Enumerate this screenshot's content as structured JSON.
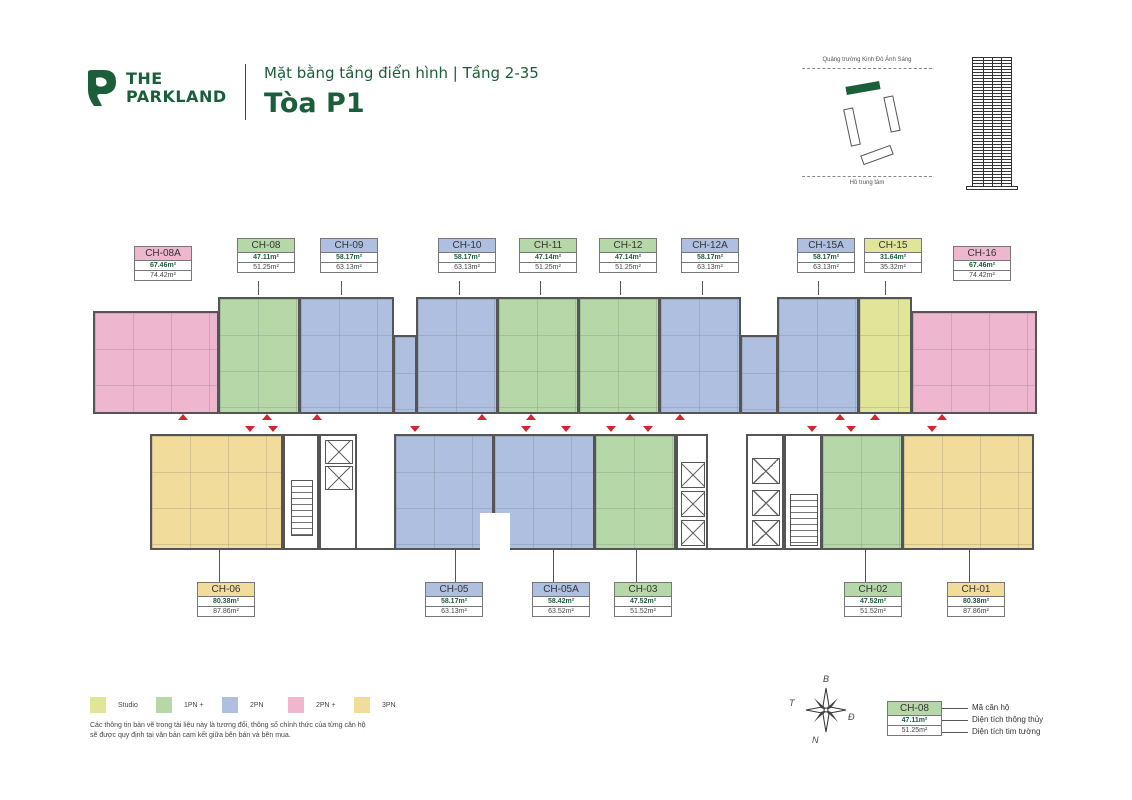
{
  "header": {
    "brand_line1": "THE",
    "brand_line2": "PARKLAND",
    "subtitle": "Mặt bằng tầng điển hình | Tầng 2-35",
    "title": "Tòa P1",
    "brand_color": "#1b5e3a"
  },
  "site_plan": {
    "top_label": "Quảng trường Kinh Đô Ánh Sáng",
    "bottom_label": "Hồ trung tâm"
  },
  "units_top": [
    {
      "code": "CH-08A",
      "net": "67.46m²",
      "gross": "74.42m²",
      "type": "2PN+"
    },
    {
      "code": "CH-08",
      "net": "47.11m²",
      "gross": "51.25m²",
      "type": "1PN+"
    },
    {
      "code": "CH-09",
      "net": "58.17m²",
      "gross": "63.13m²",
      "type": "2PN"
    },
    {
      "code": "CH-10",
      "net": "58.17m²",
      "gross": "63.13m²",
      "type": "2PN"
    },
    {
      "code": "CH-11",
      "net": "47.14m²",
      "gross": "51.25m²",
      "type": "1PN+"
    },
    {
      "code": "CH-12",
      "net": "47.14m²",
      "gross": "51.25m²",
      "type": "1PN+"
    },
    {
      "code": "CH-12A",
      "net": "58.17m²",
      "gross": "63.13m²",
      "type": "2PN"
    },
    {
      "code": "CH-15A",
      "net": "58.17m²",
      "gross": "63.13m²",
      "type": "2PN"
    },
    {
      "code": "CH-15",
      "net": "31.64m²",
      "gross": "35.32m²",
      "type": "Studio"
    },
    {
      "code": "CH-16",
      "net": "67.46m²",
      "gross": "74.42m²",
      "type": "2PN+"
    }
  ],
  "units_bottom": [
    {
      "code": "CH-06",
      "net": "80.38m²",
      "gross": "87.86m²",
      "type": "3PN"
    },
    {
      "code": "CH-05",
      "net": "58.17m²",
      "gross": "63.13m²",
      "type": "2PN"
    },
    {
      "code": "CH-05A",
      "net": "58.42m²",
      "gross": "63.52m²",
      "type": "2PN"
    },
    {
      "code": "CH-03",
      "net": "47.52m²",
      "gross": "51.52m²",
      "type": "1PN+"
    },
    {
      "code": "CH-02",
      "net": "47.52m²",
      "gross": "51.52m²",
      "type": "1PN+"
    },
    {
      "code": "CH-01",
      "net": "80.38m²",
      "gross": "87.86m²",
      "type": "3PN"
    }
  ],
  "legend": {
    "items": [
      {
        "label": "Studio",
        "color": "#e0e59a"
      },
      {
        "label": "1PN +",
        "color": "#b6d7a8"
      },
      {
        "label": "2PN",
        "color": "#aebfdf"
      },
      {
        "label": "2PN +",
        "color": "#efb6cf"
      },
      {
        "label": "3PN",
        "color": "#f2dc9c"
      }
    ],
    "note_line1": "Các thông tin bản vẽ trong tài liệu này là tương đối, thông số chính thức của từng căn hộ",
    "note_line2": "sẽ được quy định tại văn bản cam kết giữa bên bán và bên mua."
  },
  "compass": {
    "north": "B",
    "south": "N",
    "west": "T",
    "east": "Đ"
  },
  "key": {
    "code": "CH-08",
    "net": "47.11m²",
    "gross": "51.25m²",
    "code_label": "Mã căn hộ",
    "net_label": "Diện tích thông thủy",
    "gross_label": "Diện tích tim tường"
  }
}
